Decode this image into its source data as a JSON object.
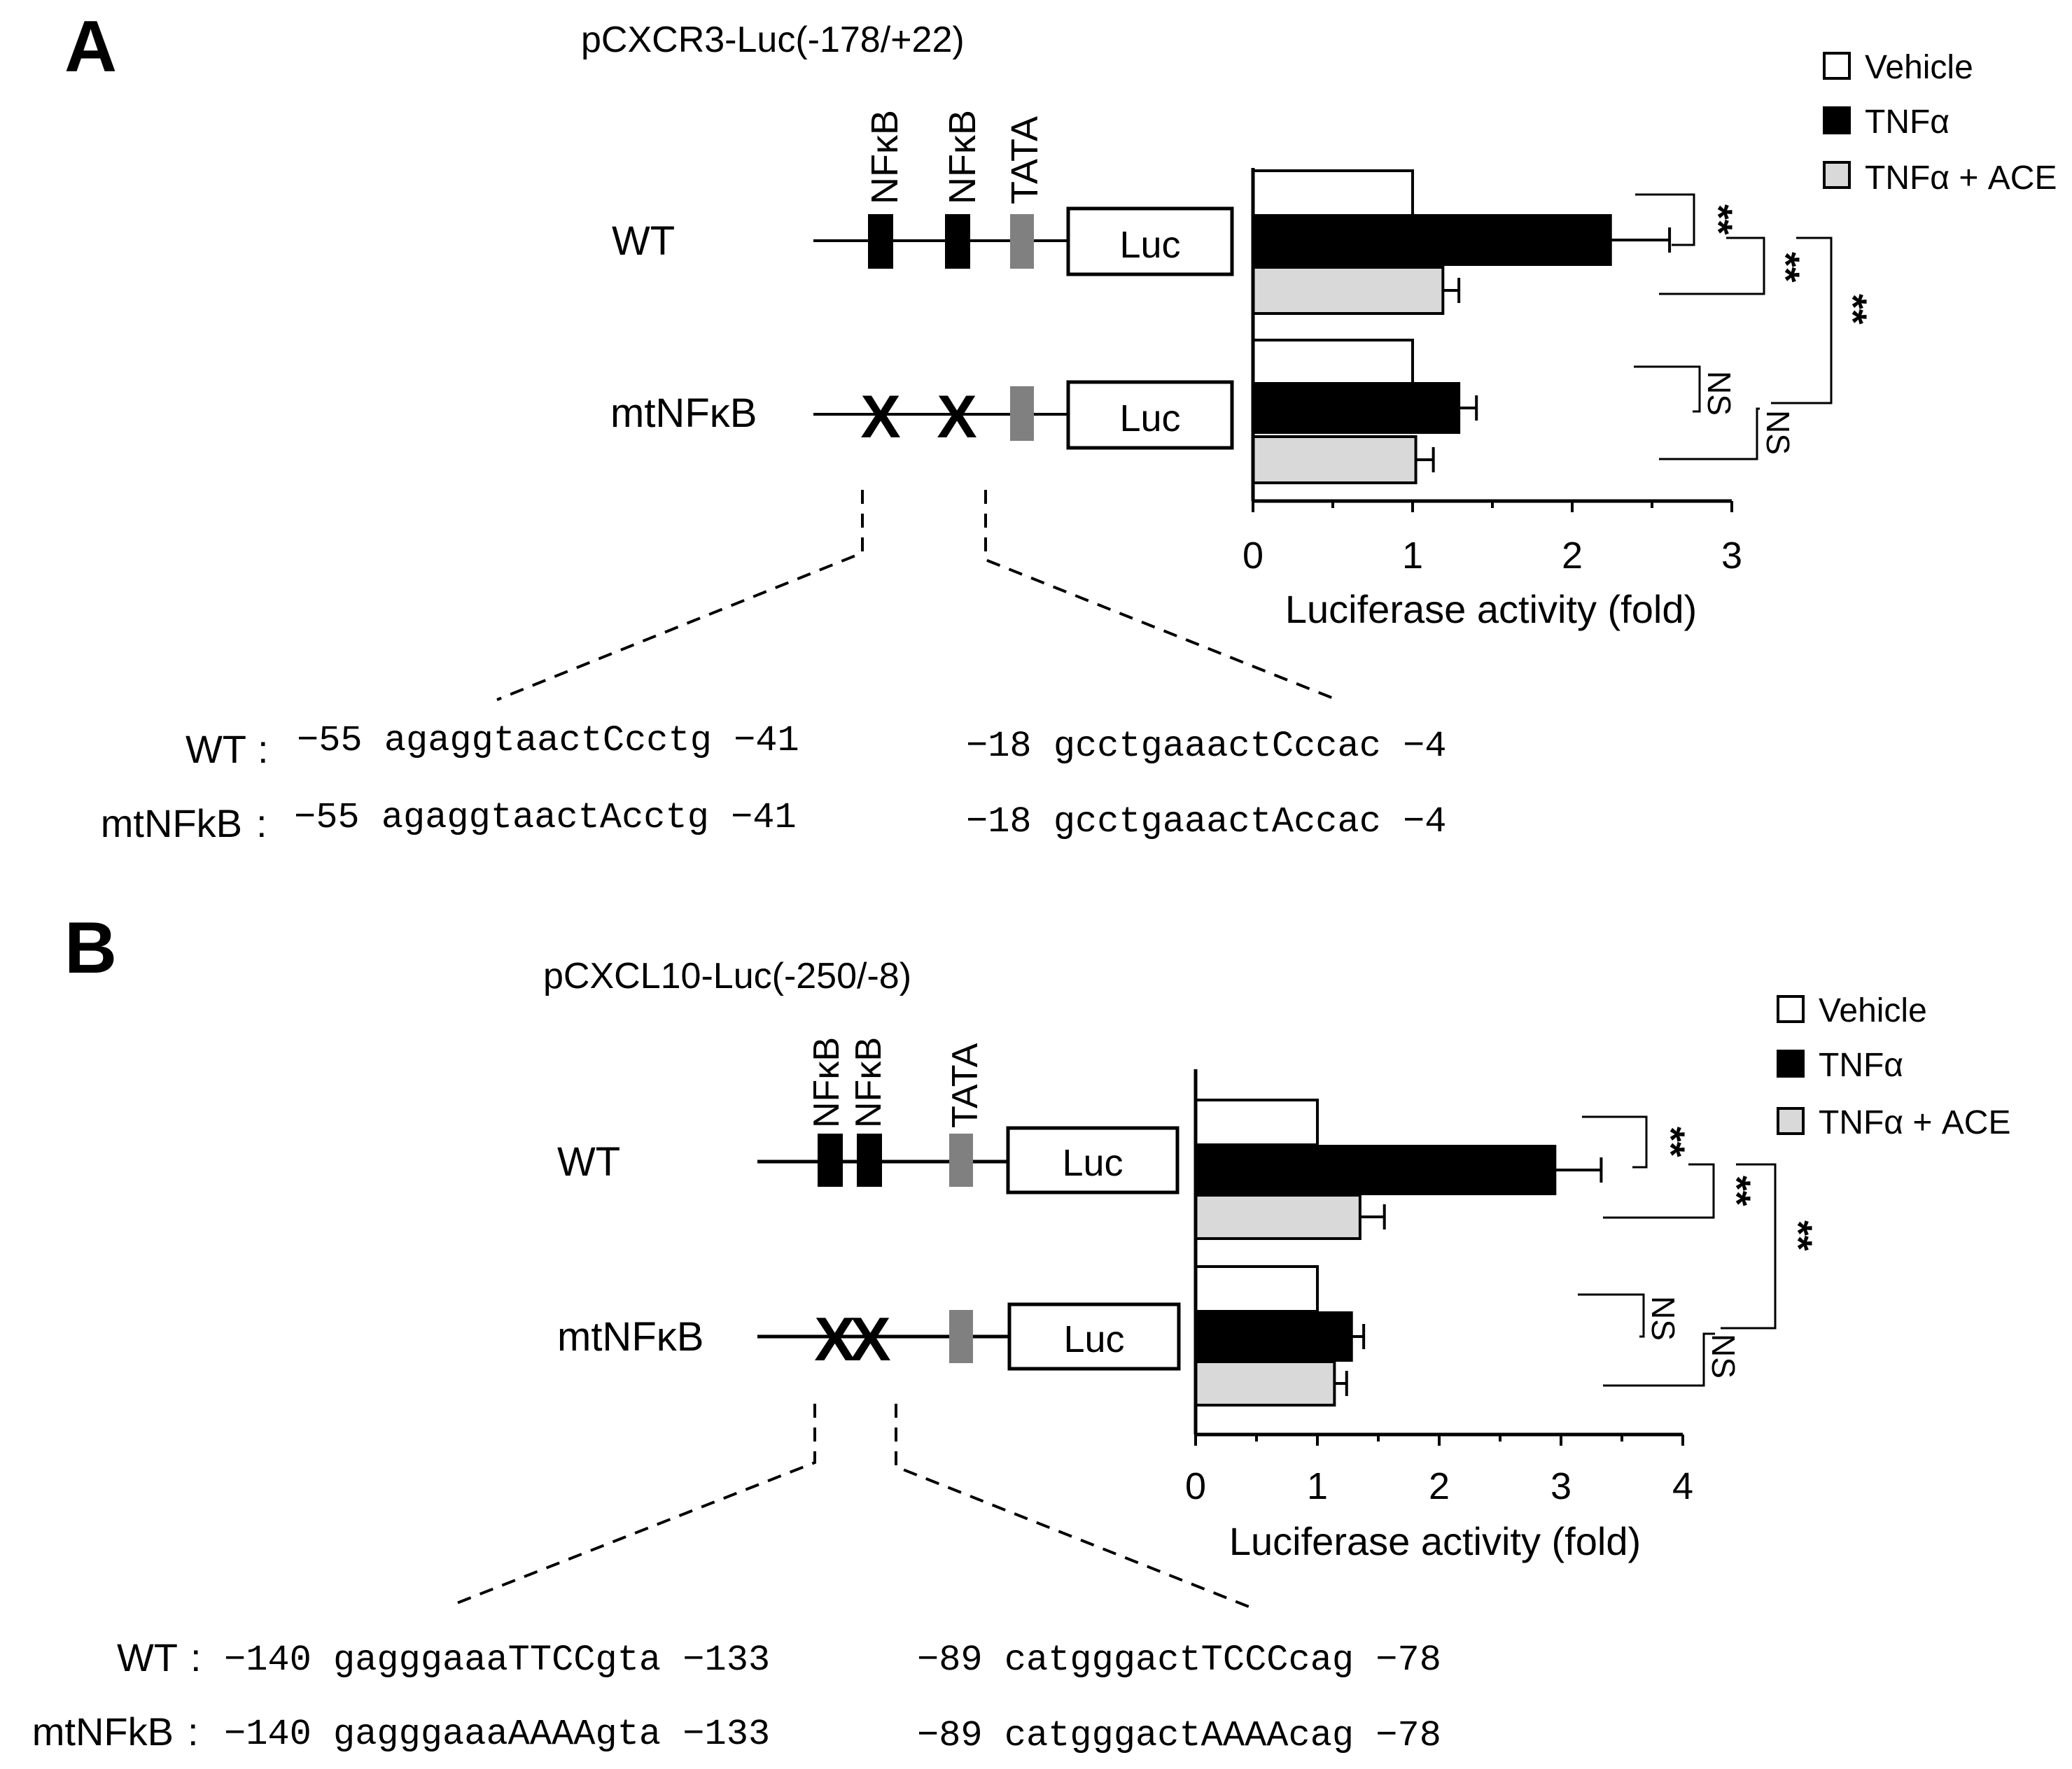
{
  "colors": {
    "vehicle": "#ffffff",
    "tnf": "#000000",
    "tnf_ace": "#d9d9d9",
    "tata": "#808080",
    "stroke": "#000000"
  },
  "panels": [
    {
      "label": "A",
      "construct": "pCXCR3-Luc(-178/+22)",
      "site_labels": [
        "NFκB",
        "NFκB",
        "TATA"
      ],
      "rows": [
        "WT",
        "mtNFκB"
      ],
      "luc_label": "Luc",
      "mutation_mark": "X",
      "seq_rows": [
        {
          "label": "WT",
          "colon": ":",
          "seq1": "−55 agaggtaactCcctg −41",
          "seq2": "−18 gcctgaaactCccac −4"
        },
        {
          "label": "mtNFkB",
          "colon": ":",
          "seq1": "−55 agaggtaactAcctg −41",
          "seq2": "−18 gcctgaaactAccac −4"
        }
      ]
    },
    {
      "label": "B",
      "construct": "pCXCL10-Luc(-250/-8)",
      "site_labels": [
        "NFκB",
        "NFκB",
        "TATA"
      ],
      "rows": [
        "WT",
        "mtNFκB"
      ],
      "luc_label": "Luc",
      "mutation_mark": "XX",
      "seq_rows": [
        {
          "label": "WT",
          "colon": ":",
          "seq1": "−140 gagggaaaTTCCgta −133",
          "seq2": "−89 catgggactTCCCcag −78"
        },
        {
          "label": "mtNFkB",
          "colon": ":",
          "seq1": "−140 gagggaaaAAAAgta −133",
          "seq2": "−89 catgggactAAAAcag −78"
        }
      ]
    }
  ],
  "chart_data": [
    {
      "type": "bar",
      "orientation": "horizontal",
      "categories": [
        "WT",
        "mtNFκB"
      ],
      "series": [
        {
          "name": "Vehicle",
          "values": [
            1.0,
            1.0
          ],
          "errors": [
            0,
            0
          ]
        },
        {
          "name": "TNFα",
          "values": [
            2.24,
            1.29
          ],
          "errors": [
            0.37,
            0.11
          ]
        },
        {
          "name": "TNFα + ACE",
          "values": [
            1.19,
            1.02
          ],
          "errors": [
            0.1,
            0.11
          ]
        }
      ],
      "xlabel": "Luciferase activity (fold)",
      "xlim": [
        0,
        3
      ],
      "ticks": [
        "0",
        "1",
        "2",
        "3"
      ],
      "legend": [
        "Vehicle",
        "TNFα",
        "TNFα + ACE"
      ],
      "legend_position": "top-right",
      "significance": [
        "**",
        "**",
        "**",
        "NS",
        "NS"
      ]
    },
    {
      "type": "bar",
      "orientation": "horizontal",
      "categories": [
        "WT",
        "mtNFκB"
      ],
      "series": [
        {
          "name": "Vehicle",
          "values": [
            1.0,
            1.0
          ],
          "errors": [
            0,
            0
          ]
        },
        {
          "name": "TNFα",
          "values": [
            2.95,
            1.28
          ],
          "errors": [
            0.38,
            0.1
          ]
        },
        {
          "name": "TNFα + ACE",
          "values": [
            1.35,
            1.14
          ],
          "errors": [
            0.2,
            0.1
          ]
        }
      ],
      "xlabel": "Luciferase activity (fold)",
      "xlim": [
        0,
        4
      ],
      "ticks": [
        "0",
        "1",
        "2",
        "3",
        "4"
      ],
      "legend": [
        "Vehicle",
        "TNFα",
        "TNFα + ACE"
      ],
      "legend_position": "top-right",
      "significance": [
        "**",
        "**",
        "**",
        "NS",
        "NS"
      ]
    }
  ]
}
